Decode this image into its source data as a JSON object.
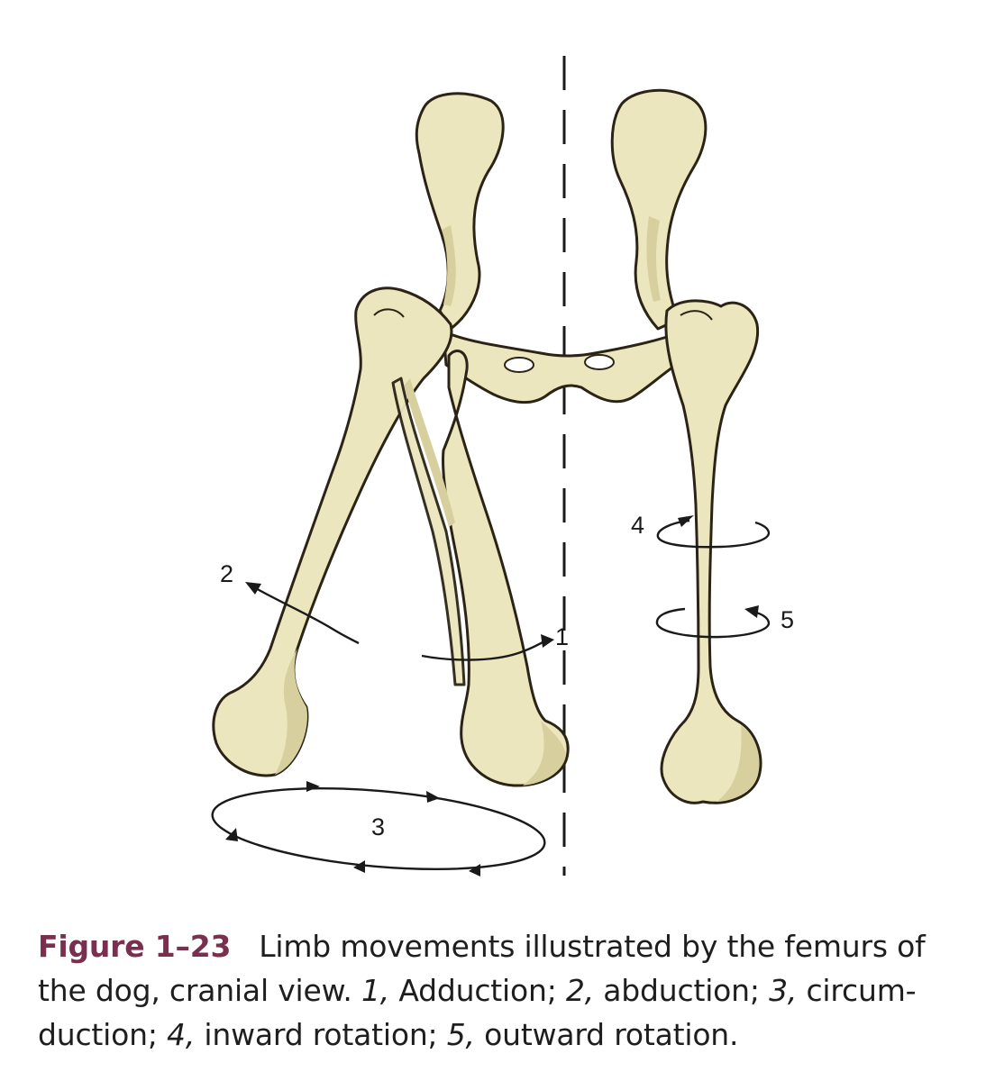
{
  "figure": {
    "numbers": {
      "n1": "1",
      "n2": "2",
      "n3": "3",
      "n4": "4",
      "n5": "5"
    },
    "colors": {
      "bone": "#ece6be",
      "bone_shadow": "#d8cf9e",
      "outline": "#2b2416",
      "caption_label": "#7a2f4f"
    }
  },
  "caption": {
    "label": "Figure 1–23",
    "text_a": "Limb movements illustrated by the femurs of the dog, cranial view. ",
    "i1": "1,",
    "t1": " Adduction; ",
    "i2": "2,",
    "t2": " abduction; ",
    "i3": "3,",
    "t3": " circum-duction; ",
    "i4": "4,",
    "t4": " inward rotation; ",
    "i5": "5,",
    "t5": " outward rotation."
  }
}
